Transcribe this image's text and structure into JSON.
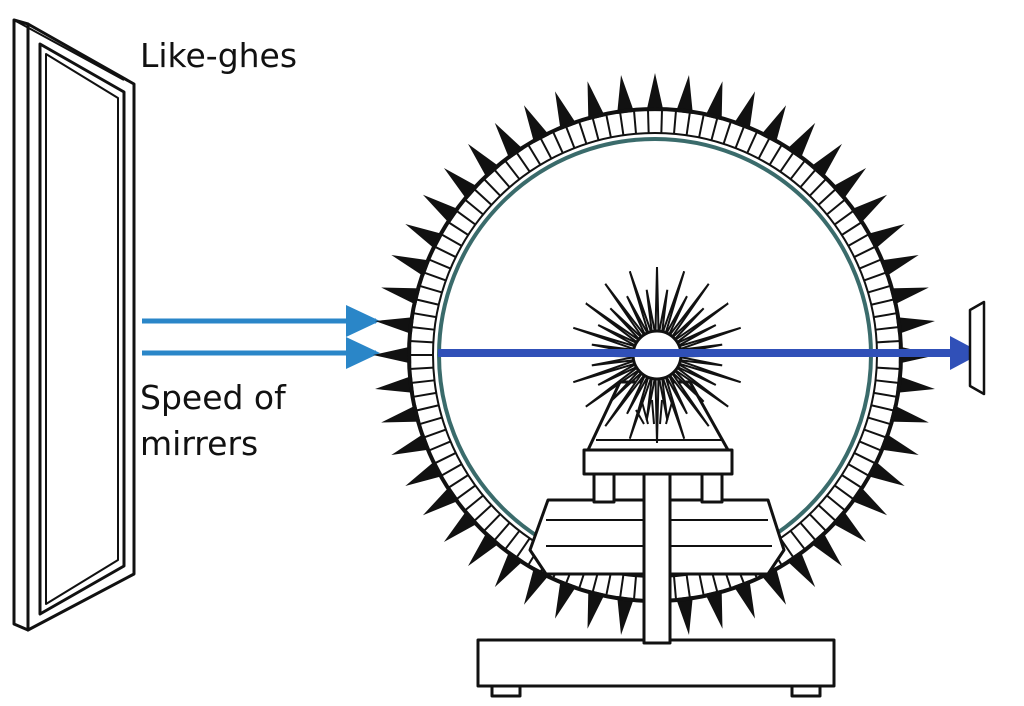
{
  "labels": {
    "top": "Like-ghes",
    "speed_line1": "Speed of",
    "speed_line2": "mirrers"
  },
  "colors": {
    "ink": "#111111",
    "beam_incoming": "#2a86c8",
    "beam_through": "#3050b8",
    "wheel_inner_ring": "#3a6b6b"
  },
  "icons": {
    "mirror": "tall-mirror-frame",
    "wheel": "toothed-mirror-wheel",
    "hub": "spiked-hub",
    "target": "small-screen-plate"
  }
}
